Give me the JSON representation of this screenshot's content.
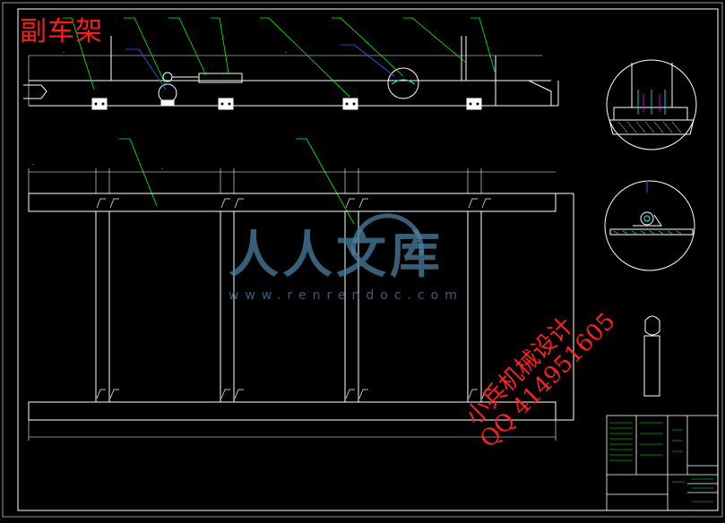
{
  "drawing": {
    "title": "副车架",
    "watermark_brand": "人人文库",
    "watermark_url": "www.renrendoc.com",
    "overlay_line1": "小兵机械设计",
    "overlay_line2": "QQ 414951605"
  },
  "colors": {
    "background": "#000000",
    "outline": "#ffffff",
    "leader": "#00ff00",
    "callout_blue": "#3060ff",
    "cyan": "#00ffff",
    "magenta": "#ff00ff",
    "title_red": "#ff1a1a",
    "watermark": "#4a7fa0"
  },
  "icons": [
    "detail-circle-top",
    "detail-circle-middle",
    "pin-detail"
  ]
}
